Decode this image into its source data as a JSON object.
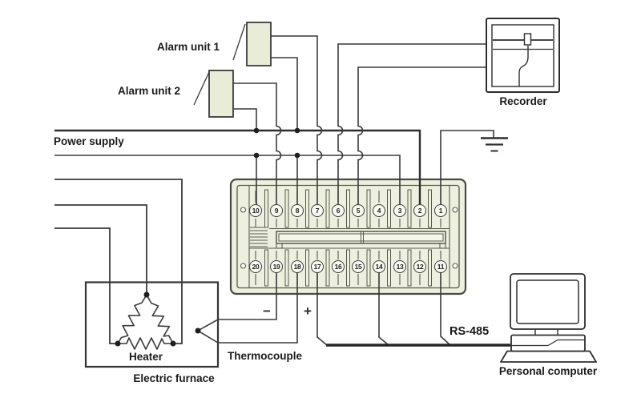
{
  "labels": {
    "alarm_unit_1": "Alarm unit 1",
    "alarm_unit_2": "Alarm unit 2",
    "power_supply": "Power supply",
    "recorder": "Recorder",
    "heater": "Heater",
    "electric_furnace": "Electric furnace",
    "thermocouple": "Thermocouple",
    "rs485": "RS-485",
    "personal_computer": "Personal computer",
    "polarity_minus": "−",
    "polarity_plus": "+"
  },
  "terminal_block": {
    "top_row": [
      "10",
      "9",
      "8",
      "7",
      "6",
      "5",
      "4",
      "3",
      "2",
      "1"
    ],
    "bottom_row": [
      "20",
      "19",
      "18",
      "17",
      "16",
      "15",
      "14",
      "13",
      "12",
      "11"
    ]
  },
  "icons": {
    "recorder": "chart-recorder",
    "ground": "earth-ground",
    "personal_computer": "desktop-computer",
    "heater": "delta-resistor-heater",
    "thermocouple": "junction-arrow"
  },
  "colors": {
    "wire": "#3a3a3a",
    "power_bus": "#2e2e2e",
    "rs485_cable": "#262626",
    "device_fill": "#e9ecd7",
    "terminal_case_fill": "#edf0de",
    "text": "#1a1a1a"
  }
}
